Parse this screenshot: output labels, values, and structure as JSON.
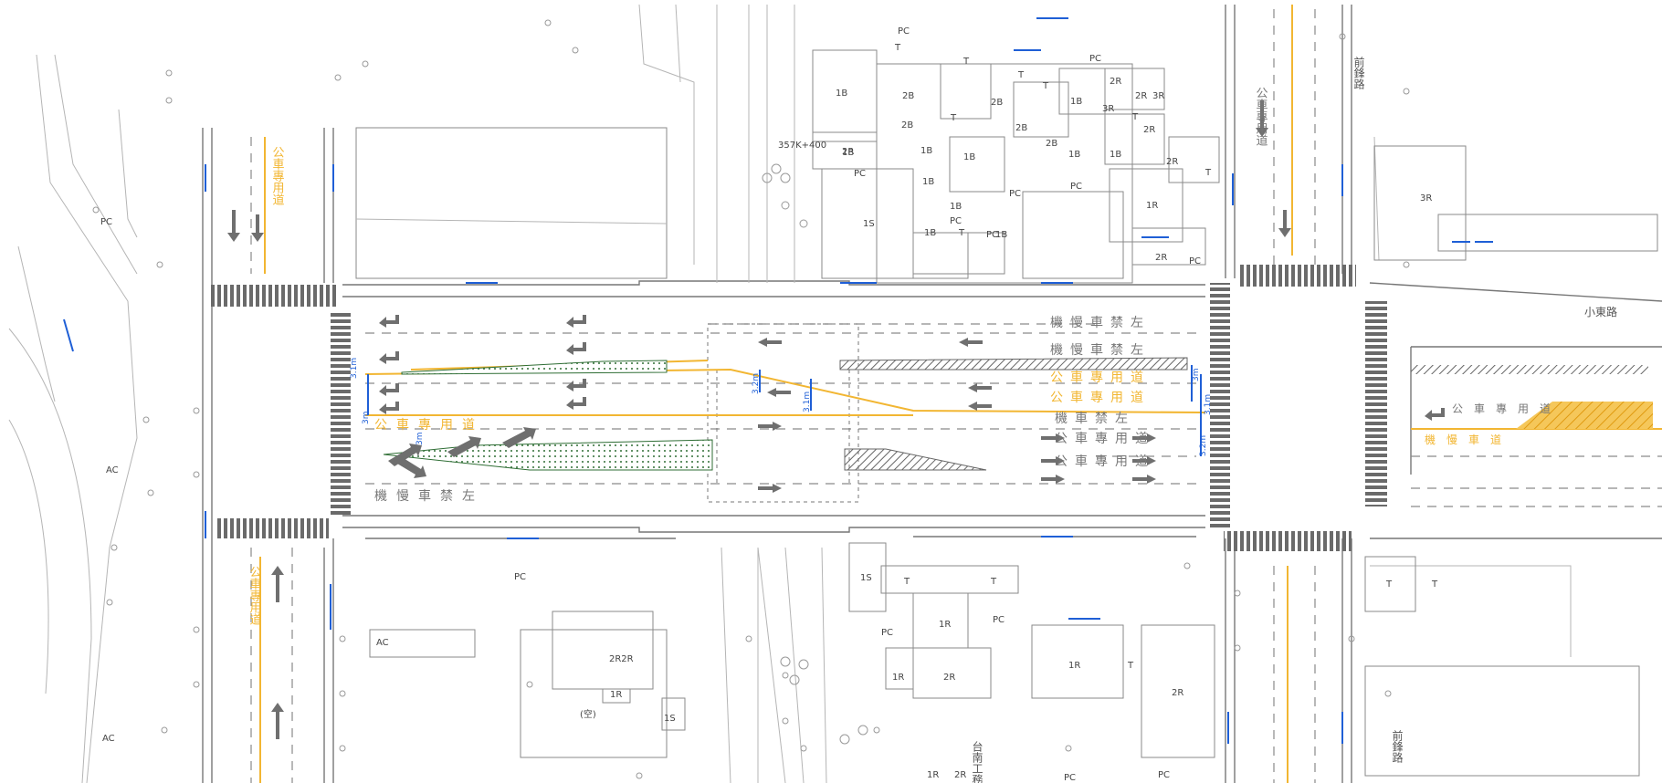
{
  "roads": {
    "north_road": "前鋒路",
    "south_road": "前鋒路",
    "east_road": "小東路",
    "south_label": "台南工務"
  },
  "stationing": "357K+400",
  "blocks_north": [
    "PC",
    "PC",
    "1B",
    "2B",
    "2B",
    "2B",
    "2R",
    "2R",
    "3R",
    "3R",
    "2B",
    "2B",
    "1B",
    "1B",
    "1B",
    "2R",
    "2R",
    "1B",
    "2R",
    "PC",
    "1B",
    "1B",
    "1S",
    "1B",
    "1B",
    "PC",
    "1B",
    "PC",
    "1R",
    "1B",
    "PC",
    "PC",
    "2R",
    "PC",
    "T",
    "T",
    "T",
    "T",
    "T",
    "T",
    "T",
    "T"
  ],
  "blocks_south": [
    "PC",
    "2R2R",
    "1R",
    "1S",
    "1S",
    "T",
    "T",
    "PC",
    "1R",
    "PC",
    "1R",
    "2R",
    "1R",
    "T",
    "2R",
    "PC",
    "PC",
    "1R",
    "2R",
    "T",
    "T"
  ],
  "misc_labels": [
    "PC",
    "AC",
    "AC",
    "AC",
    "3R",
    "(空)"
  ],
  "dimensions": [
    "3.1m",
    "3m",
    "3m",
    "3.2m",
    "3.1m",
    "3m",
    "3.1m",
    "3.2m"
  ],
  "lane_text_east": [
    "機慢車禁左",
    "機慢車禁左",
    "公車專用道",
    "公車專用道",
    "機車禁左",
    "公車專用道",
    "公車專用道"
  ],
  "lane_text_west": [
    "公車專用道",
    "機慢車禁左"
  ],
  "lane_text_north": [
    "公車專用道"
  ],
  "lane_text_south": [
    "公車專用道",
    "公車專用道"
  ],
  "lane_text_east_leg": [
    "公車專用道",
    "機慢車道"
  ],
  "colors": {
    "marking_yellow": "#f2b632",
    "median_green": "#2f6e35",
    "signal_blue": "#1f5fd6",
    "line_grey": "#777777"
  }
}
